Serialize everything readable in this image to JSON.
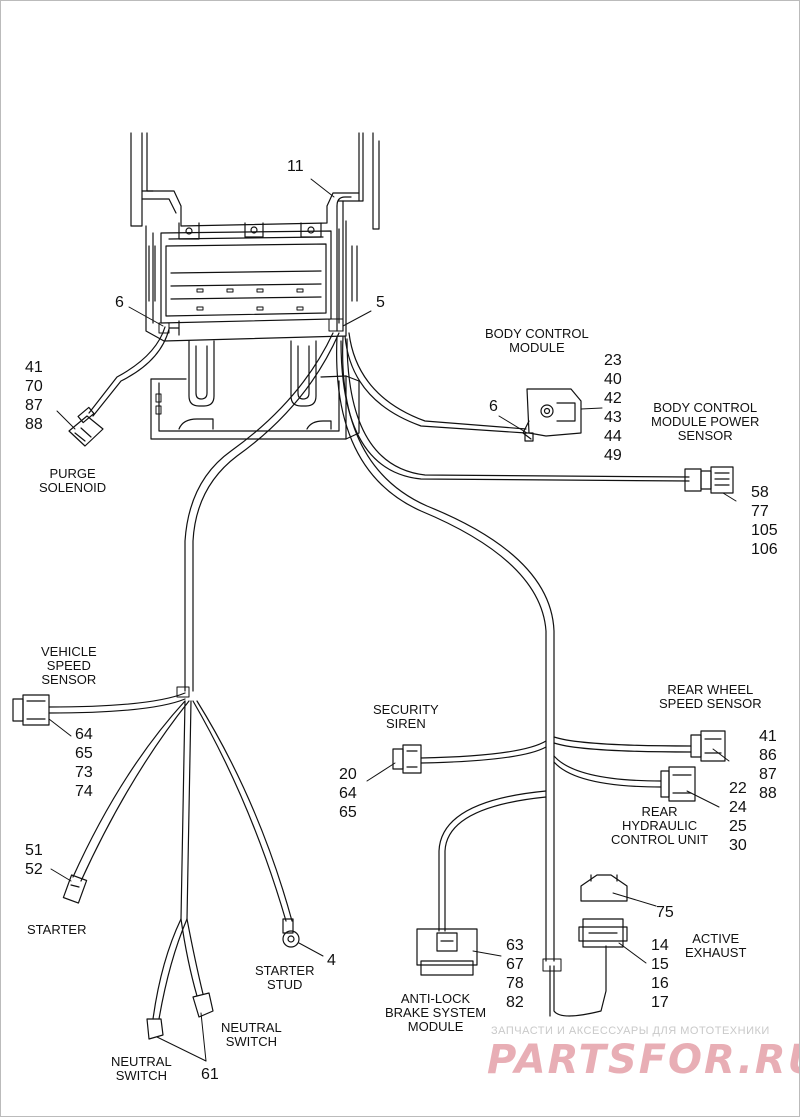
{
  "callouts": {
    "c11": "11",
    "c6a": "6",
    "c5": "5",
    "c6b": "6",
    "purge": [
      "41",
      "70",
      "87",
      "88"
    ],
    "bcm": [
      "23",
      "40",
      "42",
      "43",
      "44",
      "49"
    ],
    "bcmps": [
      "58",
      "77",
      "105",
      "106"
    ],
    "vss": [
      "64",
      "65",
      "73",
      "74"
    ],
    "siren": [
      "20",
      "64",
      "65"
    ],
    "rws": [
      "41",
      "86",
      "87",
      "88"
    ],
    "hcu": [
      "22",
      "24",
      "25",
      "30"
    ],
    "starter": [
      "51",
      "52"
    ],
    "c75": "75",
    "exhaust": [
      "14",
      "15",
      "16",
      "17"
    ],
    "abs": [
      "63",
      "67",
      "78",
      "82"
    ],
    "c4": "4",
    "c61": "61"
  },
  "labels": {
    "body_control_module": [
      "BODY CONTROL",
      "MODULE"
    ],
    "bcm_power_sensor": [
      "BODY CONTROL",
      "MODULE POWER",
      "SENSOR"
    ],
    "purge_solenoid": [
      "PURGE",
      "SOLENOID"
    ],
    "vehicle_speed_sensor": [
      "VEHICLE",
      "SPEED",
      "SENSOR"
    ],
    "security_siren": [
      "SECURITY",
      "SIREN"
    ],
    "rear_wheel_speed_sensor": [
      "REAR WHEEL",
      "SPEED SENSOR"
    ],
    "rear_hydraulic_control_unit": [
      "REAR",
      "HYDRAULIC",
      "CONTROL UNIT"
    ],
    "starter": "STARTER",
    "active_exhaust": [
      "ACTIVE",
      "EXHAUST"
    ],
    "starter_stud": [
      "STARTER",
      "STUD"
    ],
    "abs_module": [
      "ANTI-LOCK",
      "BRAKE SYSTEM",
      "MODULE"
    ],
    "neutral_switch_a": [
      "NEUTRAL",
      "SWITCH"
    ],
    "neutral_switch_b": [
      "NEUTRAL",
      "SWITCH"
    ]
  },
  "watermark": {
    "tagline": "ЗАПЧАСТИ И АКСЕССУАРЫ ДЛЯ МОТОТЕХНИКИ",
    "brand": "PARTSFOR.RU"
  }
}
